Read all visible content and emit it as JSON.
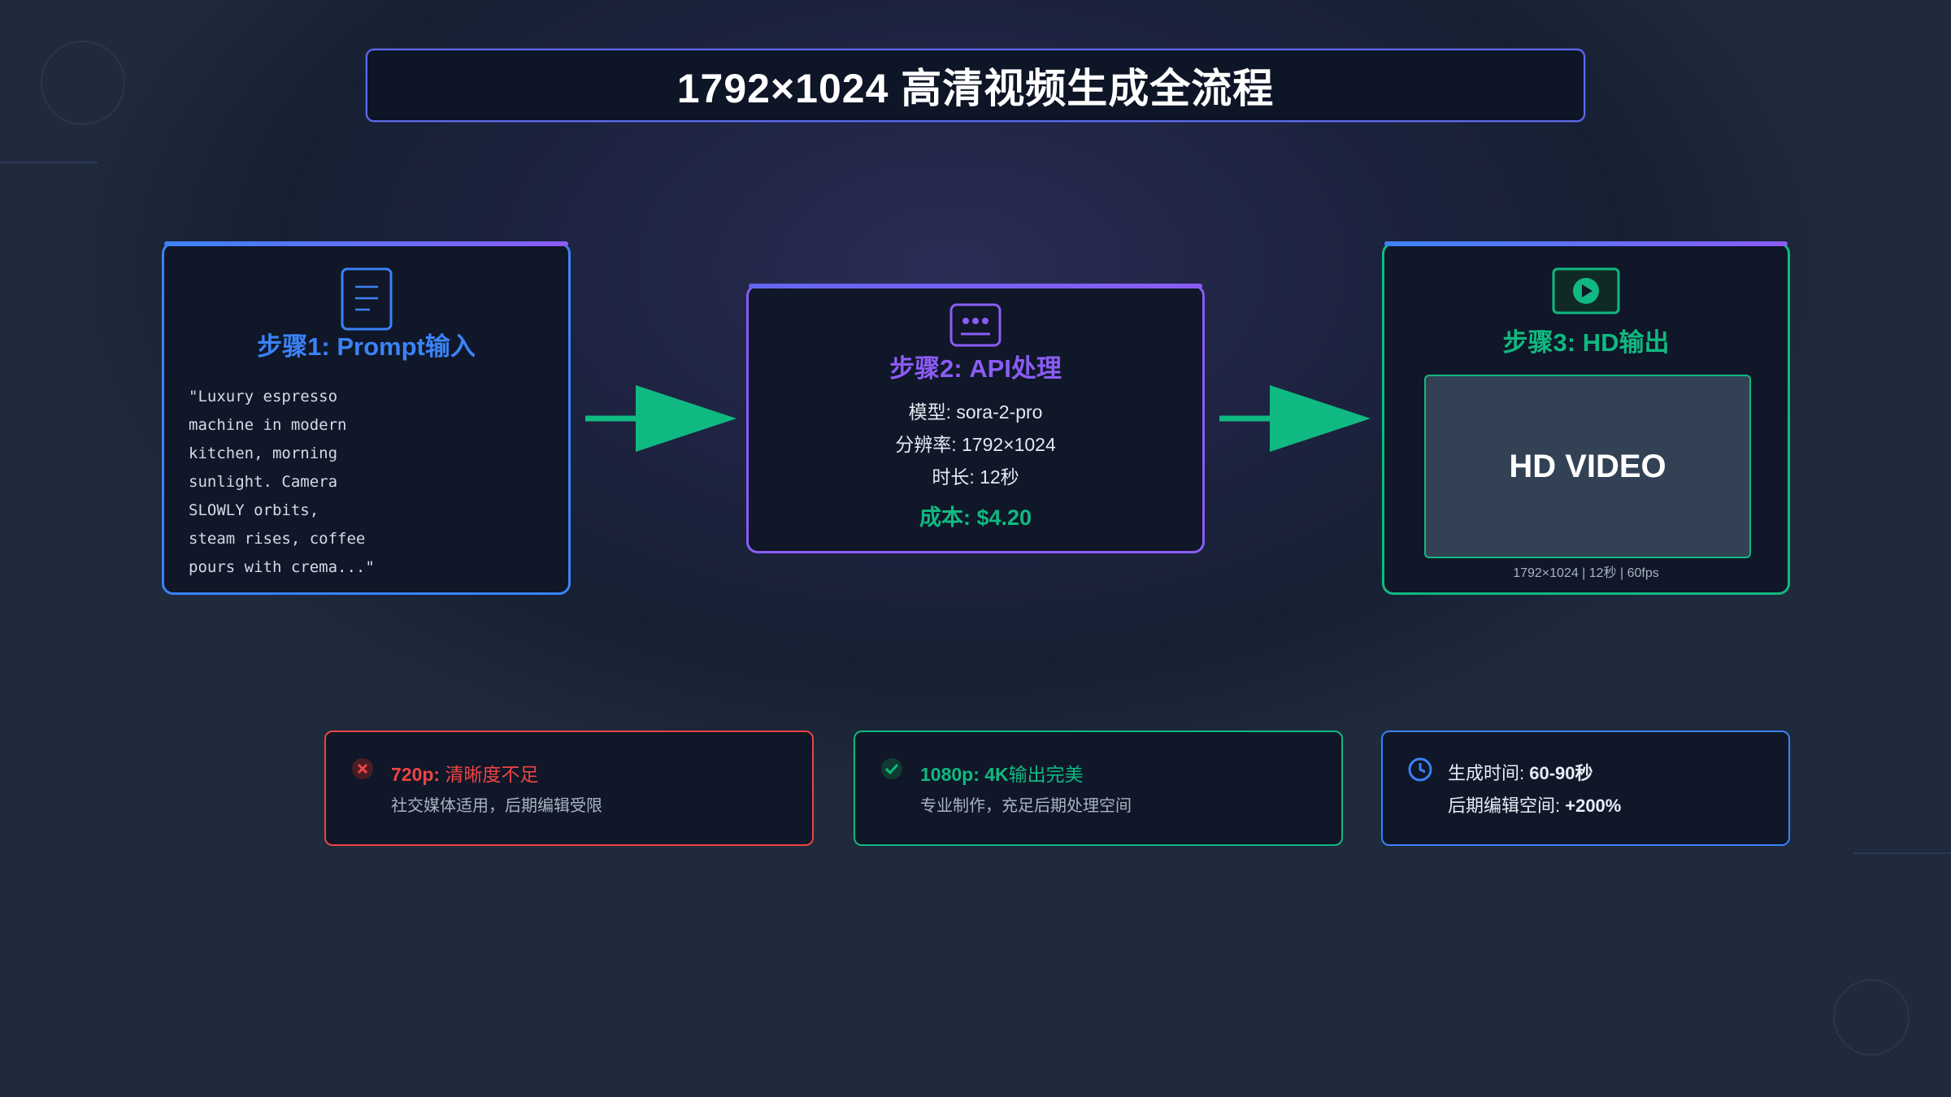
{
  "title": "1792×1024 高清视频生成全流程",
  "step1": {
    "icon": "document-icon",
    "title": "步骤1: Prompt输入",
    "prompt": "\"Luxury espresso\nmachine in modern\nkitchen, morning\nsunlight. Camera\nSLOWLY orbits,\nsteam rises, coffee\npours with crema...\""
  },
  "step2": {
    "icon": "api-icon",
    "title": "步骤2: API处理",
    "model": "模型: sora-2-pro",
    "resolution": "分辨率: 1792×1024",
    "duration": "时长: 12秒",
    "cost": "成本: $4.20"
  },
  "step3": {
    "icon": "play-icon",
    "title": "步骤3: HD输出",
    "video_label": "HD VIDEO",
    "video_meta": "1792×1024 | 12秒 | 60fps"
  },
  "info_cards": [
    {
      "icon": "close-circle-icon",
      "title_bold": "720p:",
      "title_rest": " 清晰度不足",
      "desc": "社交媒体适用，后期编辑受限"
    },
    {
      "icon": "check-circle-icon",
      "title_bold": "1080p: 4K",
      "title_rest": "输出完美",
      "desc": "专业制作，充足后期处理空间"
    },
    {
      "icon": "clock-icon",
      "line1_label": "生成时间: ",
      "line1_value": "60-90秒",
      "line2_label": "后期编辑空间: ",
      "line2_value": "+200%"
    }
  ],
  "colors": {
    "blue": "#3b82f6",
    "purple": "#8b5cf6",
    "green": "#10b981",
    "red": "#ef4444",
    "card_bg": "#0f1728"
  }
}
